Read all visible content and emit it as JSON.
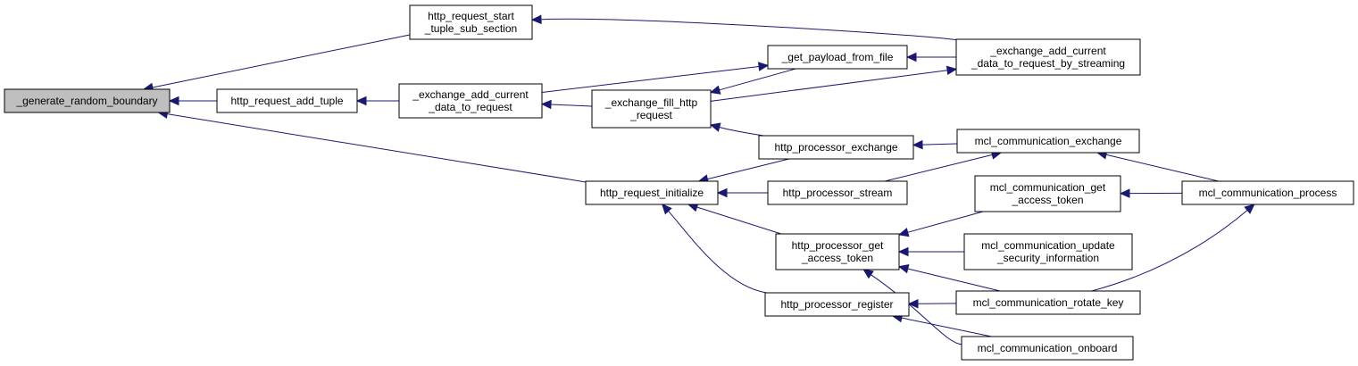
{
  "colors": {
    "edge": "#191970",
    "root_fill": "#bfbfbf",
    "node_fill": "#ffffff",
    "border": "#000000"
  },
  "nodes": [
    {
      "id": "gen",
      "lines": [
        "_generate_random_boundary"
      ],
      "root": true
    },
    {
      "id": "hrstss",
      "lines": [
        "http_request_start",
        "_tuple_sub_section"
      ]
    },
    {
      "id": "hrat",
      "lines": [
        "http_request_add_tuple"
      ]
    },
    {
      "id": "eacdr",
      "lines": [
        "_exchange_add_current",
        "_data_to_request"
      ]
    },
    {
      "id": "gpff",
      "lines": [
        "_get_payload_from_file"
      ]
    },
    {
      "id": "efhr",
      "lines": [
        "_exchange_fill_http",
        "_request"
      ]
    },
    {
      "id": "eacdrbs",
      "lines": [
        "_exchange_add_current",
        "_data_to_request_by_streaming"
      ]
    },
    {
      "id": "hri",
      "lines": [
        "http_request_initialize"
      ]
    },
    {
      "id": "hpe",
      "lines": [
        "http_processor_exchange"
      ]
    },
    {
      "id": "mce",
      "lines": [
        "mcl_communication_exchange"
      ]
    },
    {
      "id": "hps",
      "lines": [
        "http_processor_stream"
      ]
    },
    {
      "id": "mcgat",
      "lines": [
        "mcl_communication_get",
        "_access_token"
      ]
    },
    {
      "id": "mcp",
      "lines": [
        "mcl_communication_process"
      ]
    },
    {
      "id": "hpgat",
      "lines": [
        "http_processor_get",
        "_access_token"
      ]
    },
    {
      "id": "mcusi",
      "lines": [
        "mcl_communication_update",
        "_security_information"
      ]
    },
    {
      "id": "hpr",
      "lines": [
        "http_processor_register"
      ]
    },
    {
      "id": "mcrk",
      "lines": [
        "mcl_communication_rotate_key"
      ]
    },
    {
      "id": "mco",
      "lines": [
        "mcl_communication_onboard"
      ]
    }
  ],
  "edges": [
    {
      "from": "hrstss",
      "to": "gen"
    },
    {
      "from": "hrat",
      "to": "gen"
    },
    {
      "from": "hri",
      "to": "gen"
    },
    {
      "from": "eacdr",
      "to": "hrat"
    },
    {
      "from": "eacdrbs",
      "to": "hrstss"
    },
    {
      "from": "eacdr",
      "to": "gpff"
    },
    {
      "from": "efhr",
      "to": "eacdr"
    },
    {
      "from": "eacdrbs",
      "to": "gpff"
    },
    {
      "from": "hpe",
      "to": "efhr"
    },
    {
      "from": "gpff",
      "to": "efhr"
    },
    {
      "from": "efhr",
      "to": "eacdrbs"
    },
    {
      "from": "hpe",
      "to": "hri"
    },
    {
      "from": "hps",
      "to": "hri"
    },
    {
      "from": "hpgat",
      "to": "hri"
    },
    {
      "from": "hpr",
      "to": "hri"
    },
    {
      "from": "mce",
      "to": "hpe"
    },
    {
      "from": "hps",
      "to": "mce"
    },
    {
      "from": "mcp",
      "to": "mce"
    },
    {
      "from": "mcp",
      "to": "mcgat"
    },
    {
      "from": "mcgat",
      "to": "hpgat"
    },
    {
      "from": "mcusi",
      "to": "hpgat"
    },
    {
      "from": "mcrk",
      "to": "hpgat"
    },
    {
      "from": "mco",
      "to": "hpgat"
    },
    {
      "from": "mcrk",
      "to": "mcp"
    },
    {
      "from": "mcrk",
      "to": "hpr"
    },
    {
      "from": "mco",
      "to": "hpr"
    }
  ]
}
